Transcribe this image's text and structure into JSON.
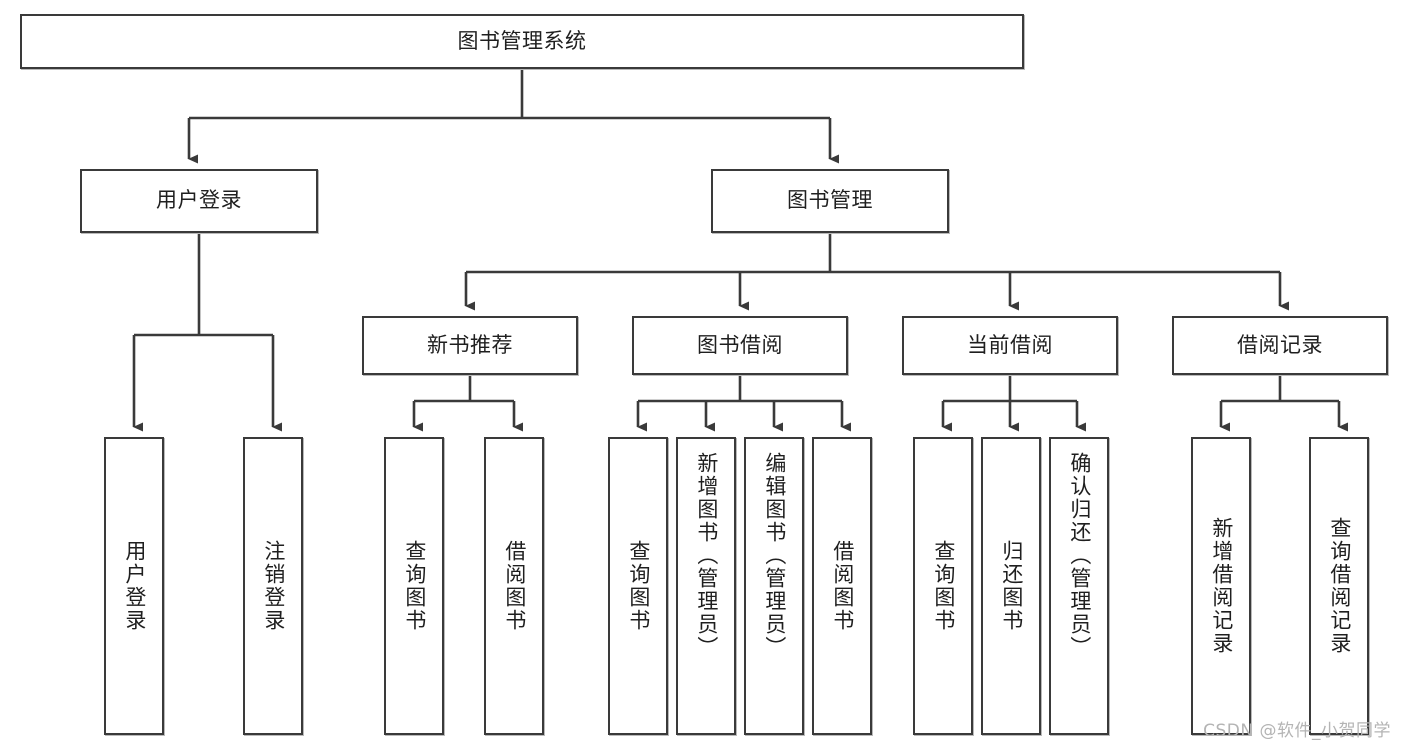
{
  "diagram": {
    "title": "图书管理系统",
    "type": "tree-hierarchy",
    "root": {
      "id": "root",
      "label": "图书管理系统"
    },
    "level2": [
      {
        "id": "user-login",
        "label": "用户登录"
      },
      {
        "id": "book-manage",
        "label": "图书管理"
      }
    ],
    "level3": [
      {
        "id": "new-book-recommend",
        "label": "新书推荐",
        "parent": "book-manage"
      },
      {
        "id": "book-borrow",
        "label": "图书借阅",
        "parent": "book-manage"
      },
      {
        "id": "current-borrow",
        "label": "当前借阅",
        "parent": "book-manage"
      },
      {
        "id": "borrow-record",
        "label": "借阅记录",
        "parent": "book-manage"
      }
    ],
    "leaves": [
      {
        "id": "leaf-user-login",
        "label": "用户登录",
        "parent": "user-login"
      },
      {
        "id": "leaf-logout-login",
        "label": "注销登录",
        "parent": "user-login"
      },
      {
        "id": "leaf-query-book-1",
        "label": "查询图书",
        "parent": "new-book-recommend"
      },
      {
        "id": "leaf-borrow-book-1",
        "label": "借阅图书",
        "parent": "new-book-recommend"
      },
      {
        "id": "leaf-query-book-2",
        "label": "查询图书",
        "parent": "book-borrow"
      },
      {
        "id": "leaf-add-book",
        "label": "新增图书（管理员）",
        "parent": "book-borrow"
      },
      {
        "id": "leaf-edit-book",
        "label": "编辑图书（管理员）",
        "parent": "book-borrow"
      },
      {
        "id": "leaf-borrow-book-2",
        "label": "借阅图书",
        "parent": "book-borrow"
      },
      {
        "id": "leaf-query-book-3",
        "label": "查询图书",
        "parent": "current-borrow"
      },
      {
        "id": "leaf-return-book",
        "label": "归还图书",
        "parent": "current-borrow"
      },
      {
        "id": "leaf-confirm-return",
        "label": "确认归还（管理员）",
        "parent": "current-borrow"
      },
      {
        "id": "leaf-add-record",
        "label": "新增借阅记录",
        "parent": "borrow-record"
      },
      {
        "id": "leaf-query-record",
        "label": "查询借阅记录",
        "parent": "borrow-record"
      }
    ],
    "colors": {
      "box_border": "#3a3a3a",
      "box_fill": "#ffffff",
      "edge": "#3a3a3a",
      "text": "#1f1f1f",
      "background": "#ffffff",
      "watermark": "#b4b4b4"
    }
  },
  "watermark": {
    "text": "CSDN @软件_小贺同学"
  }
}
